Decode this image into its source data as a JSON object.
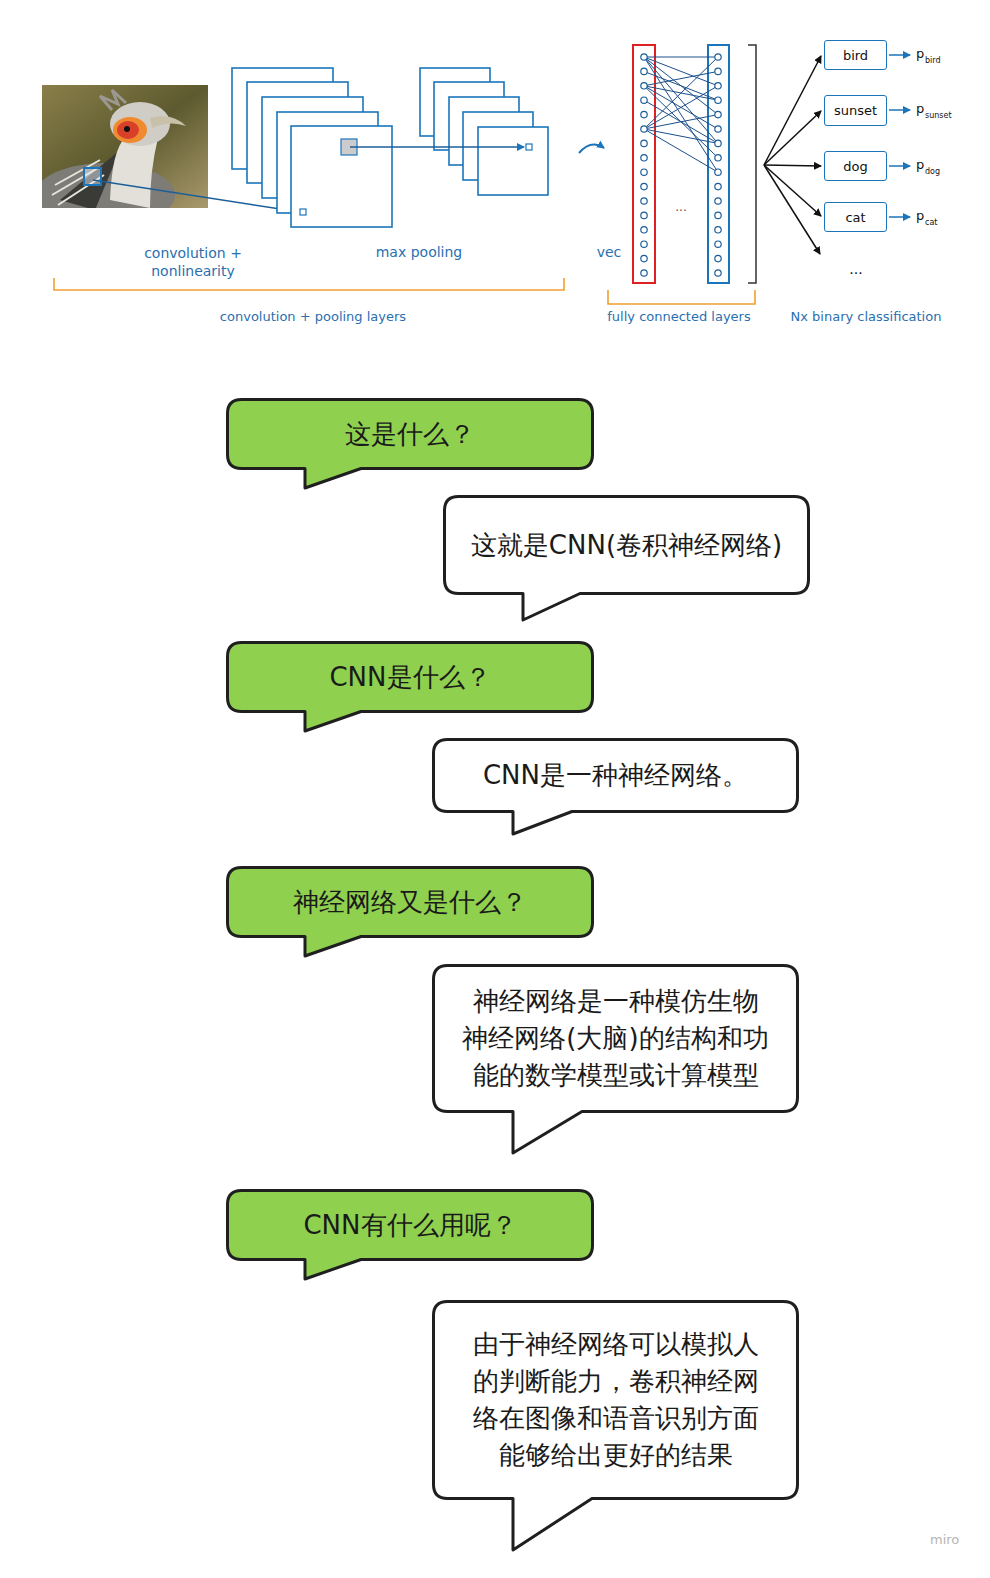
{
  "diagram": {
    "nodes": [
      {
        "text": [
          "bird"
        ]
      },
      {
        "text": [
          "sunset"
        ]
      },
      {
        "text": [
          "dog"
        ]
      },
      {
        "text": [
          "cat"
        ]
      },
      {
        "text": [
          "这是什么？"
        ]
      },
      {
        "text": [
          "这就是CNN(卷积神经网络)"
        ]
      },
      {
        "text": [
          "CNN是什么？"
        ]
      },
      {
        "text": [
          "CNN是一种神经网络。"
        ]
      },
      {
        "text": [
          "神经网络又是什么？"
        ]
      },
      {
        "text": [
          "神经网络是一种模仿生物 神经网络(大脑)的结构和功 能的数学模型或计算模型"
        ]
      },
      {
        "text": [
          "CNN有什么用呢？"
        ]
      },
      {
        "text": [
          "由于神经网络可以模拟人 的判断能力，卷积神经网 络在图像和语音识别方面 能够给出更好的结果"
        ]
      }
    ],
    "labels": [
      "convolution + nonlinearity",
      "max pooling",
      "vec",
      "...",
      "p",
      "bird",
      "p",
      "sunset",
      "p",
      "dog",
      "p",
      "cat",
      "...",
      "convolution + pooling layers",
      "fully connected layers",
      "Nx binary classification",
      "miro"
    ]
  }
}
